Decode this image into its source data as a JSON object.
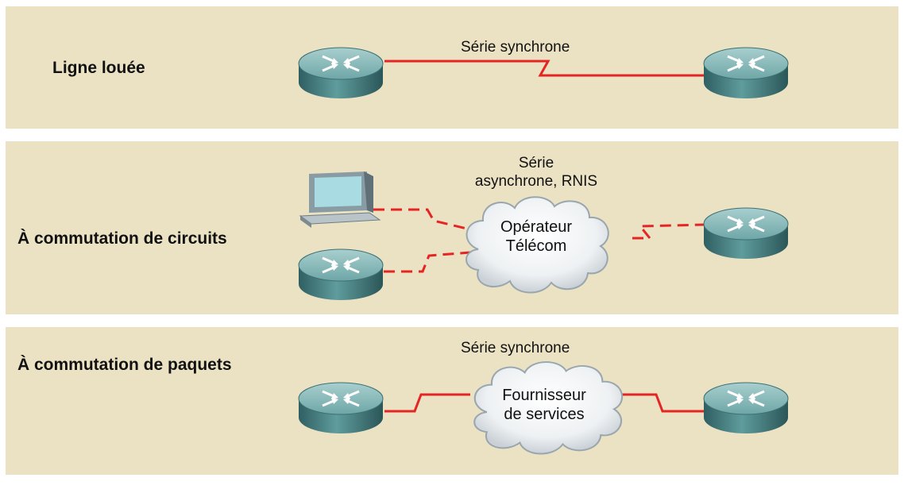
{
  "rows": [
    {
      "label": "Ligne louée",
      "link_caption": "Série synchrone"
    },
    {
      "label": "À commutation de circuits",
      "link_caption_line1": "Série",
      "link_caption_line2": "asynchrone, RNIS",
      "cloud_line1": "Opérateur",
      "cloud_line2": "Télécom"
    },
    {
      "label": "À commutation de paquets",
      "link_caption": "Série synchrone",
      "cloud_line1": "Fournisseur",
      "cloud_line2": "de services"
    }
  ],
  "colors": {
    "panel_bg": "#ebe2c4",
    "link": "#e52424",
    "router": "#4f8a8b"
  },
  "icons": [
    "router-icon",
    "workstation-icon",
    "cloud-icon"
  ]
}
